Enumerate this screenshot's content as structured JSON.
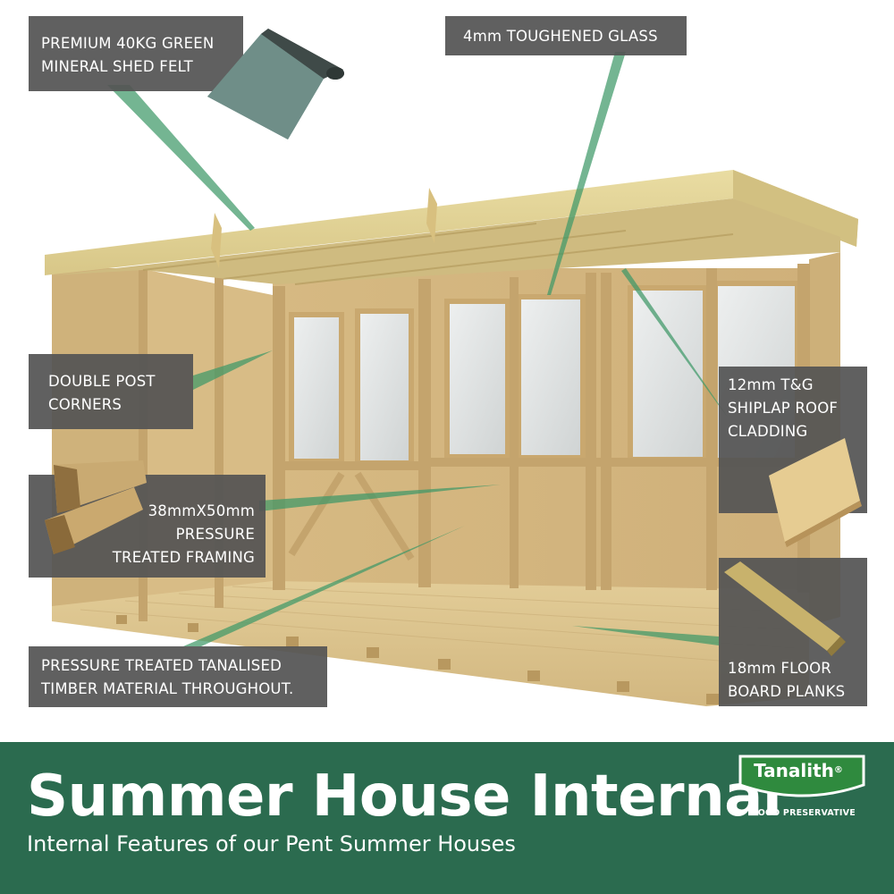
{
  "callouts": {
    "felt": "PREMIUM 40KG GREEN\nMINERAL SHED FELT",
    "glass": "4mm TOUGHENED GLASS",
    "posts": "DOUBLE POST\nCORNERS",
    "framing": "38mmX50mm\nPRESSURE\nTREATED FRAMING",
    "tanalised": "PRESSURE TREATED TANALISED\nTIMBER MATERIAL THROUGHOUT.",
    "cladding": "12mm T&G\nSHIPLAP ROOF\nCLADDING",
    "floor": "18mm FLOOR\nBOARD PLANKS"
  },
  "banner": {
    "title": "Summer House Internal",
    "subtitle": "Internal Features of our Pent Summer Houses"
  },
  "logo": {
    "name": "Tanalith",
    "trademark": "®",
    "tagline": "WOOD PRESERVATIVE"
  },
  "colors": {
    "banner_green": "#2b6b4f",
    "callout_grey": "#545454",
    "pointer_green": "#3f9868",
    "timber": "#d9c48e"
  }
}
